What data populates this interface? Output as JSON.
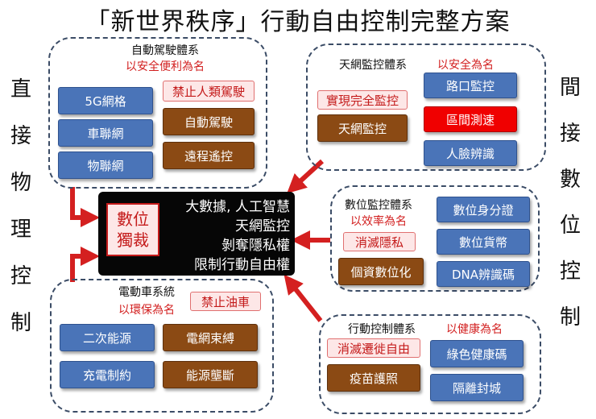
{
  "title": "「新世界秩序」行動自由控制完整方案",
  "left_side": [
    "直",
    "接",
    "物",
    "理",
    "控",
    "制"
  ],
  "right_side": [
    "間",
    "接",
    "數",
    "位",
    "控",
    "制"
  ],
  "center": {
    "badge": [
      "數位",
      "獨裁"
    ],
    "lines": [
      "大數據, 人工智慧",
      "天網監控",
      "剝奪隱私權",
      "限制行動自由權"
    ]
  },
  "groups": {
    "autonomous": {
      "title": "自動駕駛體系",
      "subtitle": "以安全便利為名",
      "boxes": [
        "5G網格",
        "禁止人類駕駛",
        "車聯網",
        "自動駕駛",
        "物聯網",
        "遠程遙控"
      ]
    },
    "skynet": {
      "title": "天網監控體系",
      "subtitle": "以安全為名",
      "boxes": [
        "路口監控",
        "實現完全監控",
        "天網監控",
        "區間測速",
        "人臉辨識"
      ]
    },
    "digital": {
      "title": "數位監控體系",
      "subtitle": "以效率為名",
      "boxes": [
        "數位身分證",
        "消滅隱私",
        "數位貨幣",
        "個資數位化",
        "DNA辨識碼"
      ]
    },
    "ev": {
      "title": "電動車系統",
      "subtitle": "以環保為名",
      "boxes": [
        "禁止油車",
        "二次能源",
        "電網束縛",
        "充電制約",
        "能源壟斷"
      ]
    },
    "movement": {
      "title": "行動控制體系",
      "subtitle": "以健康為名",
      "boxes": [
        "消滅遷徙自由",
        "綠色健康碼",
        "疫苗護照",
        "隔離封城"
      ]
    }
  },
  "colors": {
    "blue": "#4a74b8",
    "brown": "#8b4a14",
    "pink": "#fde7e7",
    "red": "#f00000",
    "arrow": "#d42020",
    "border": "#3b4c66"
  }
}
